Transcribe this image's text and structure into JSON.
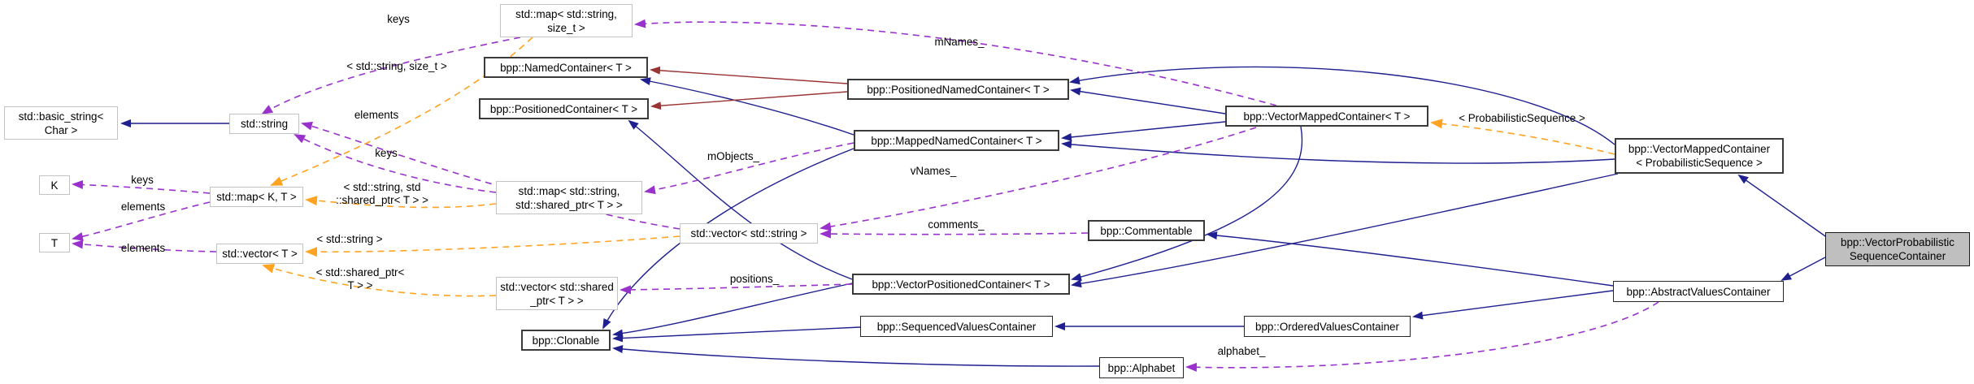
{
  "diagram": {
    "type": "doxygen-collaboration-graph",
    "highlighted_node": "bpp::VectorProbabilisticSequenceContainer"
  },
  "colors": {
    "inheritance_blue": "#1f1f8f",
    "inheritance_red": "#9a3334",
    "usage_purple": "#9932cc",
    "template_orange": "#ffa320",
    "highlight_fill": "#bfbfbf",
    "external_border_gray": "#c3c3c3",
    "class_border_dark": "#3a3a3a"
  },
  "nodes": {
    "basic_string": {
      "l1": "std::basic_string<",
      "l2": "Char >"
    },
    "string": {
      "l1": "std::string"
    },
    "map_string_size_t": {
      "l1": "std::map< std::string,",
      "l2": "size_t >"
    },
    "named_container": {
      "l1": "bpp::NamedContainer< T >"
    },
    "positioned_container": {
      "l1": "bpp::PositionedContainer< T >"
    },
    "positioned_named_container": {
      "l1": "bpp::PositionedNamedContainer< T >"
    },
    "mapped_named_container": {
      "l1": "bpp::MappedNamedContainer< T >"
    },
    "vector_mapped_container_t": {
      "l1": "bpp::VectorMappedContainer< T >"
    },
    "vector_mapped_container_ps": {
      "l1": "bpp::VectorMappedContainer",
      "l2": "< ProbabilisticSequence >"
    },
    "vector_probabilistic_sequence_container": {
      "l1": "bpp::VectorProbabilistic",
      "l2": "SequenceContainer"
    },
    "map_k_t": {
      "l1": "std::map< K, T >"
    },
    "map_string_shared_ptr": {
      "l1": "std::map< std::string,",
      "l2": "std::shared_ptr< T > >"
    },
    "vector_string": {
      "l1": "std::vector< std::string >"
    },
    "commentable": {
      "l1": "bpp::Commentable"
    },
    "vector_t": {
      "l1": "std::vector< T >"
    },
    "vector_shared_ptr": {
      "l1": "std::vector< std::shared",
      "l2": "_ptr< T > >"
    },
    "vector_positioned_container": {
      "l1": "bpp::VectorPositionedContainer< T >"
    },
    "abstract_values_container": {
      "l1": "bpp::AbstractValuesContainer"
    },
    "clonable": {
      "l1": "bpp::Clonable"
    },
    "sequenced_values_container": {
      "l1": "bpp::SequencedValuesContainer"
    },
    "ordered_values_container": {
      "l1": "bpp::OrderedValuesContainer"
    },
    "alphabet": {
      "l1": "bpp::Alphabet"
    },
    "k": {
      "l1": "K"
    },
    "t": {
      "l1": "T"
    }
  },
  "edge_labels": {
    "keys_top": "keys",
    "tpl_map_string_size_t": "< std::string, size_t >",
    "mnames": "mNames_",
    "elements_string": "elements",
    "keys_string": "keys",
    "mobjects": "mObjects_",
    "vnames": "vNames_",
    "tpl_map_shared_l1": "< std::string, std",
    "tpl_map_shared_l2": "::shared_ptr< T > >",
    "keys_k": "keys",
    "elements_map": "elements",
    "elements_vector": "elements",
    "tpl_vector_string": "< std::string >",
    "tpl_vector_shared_l1": "< std::shared_ptr<",
    "tpl_vector_shared_l2": "T > >",
    "comments": "comments_",
    "positions": "positions_",
    "alphabet_member": "alphabet_",
    "tpl_probabilistic_sequence": "< ProbabilisticSequence >"
  }
}
